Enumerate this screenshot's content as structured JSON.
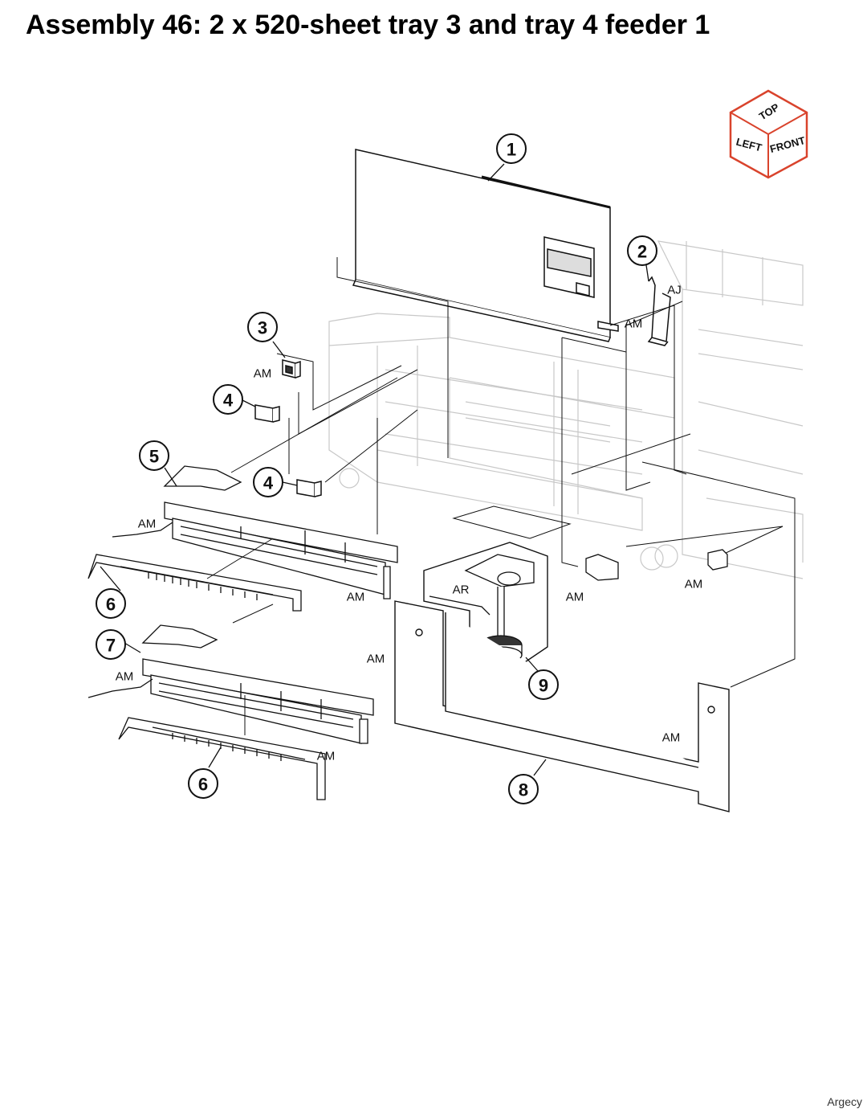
{
  "title": "Assembly 46: 2 x 520-sheet tray 3 and tray 4 feeder 1",
  "brand": "Argecy",
  "orientation_cube": {
    "top": "TOP",
    "left": "LEFT",
    "front": "FRONT",
    "edge_color": "#d9432c"
  },
  "callouts": [
    {
      "id": "c1",
      "number": "1"
    },
    {
      "id": "c2",
      "number": "2"
    },
    {
      "id": "c3",
      "number": "3"
    },
    {
      "id": "c4a",
      "number": "4"
    },
    {
      "id": "c4b",
      "number": "4"
    },
    {
      "id": "c5",
      "number": "5"
    },
    {
      "id": "c6a",
      "number": "6"
    },
    {
      "id": "c7",
      "number": "7"
    },
    {
      "id": "c6b",
      "number": "6"
    },
    {
      "id": "c9",
      "number": "9"
    },
    {
      "id": "c8",
      "number": "8"
    }
  ],
  "labels": [
    {
      "id": "aj",
      "text": "AJ"
    },
    {
      "id": "am1",
      "text": "AM"
    },
    {
      "id": "am2",
      "text": "AM"
    },
    {
      "id": "am3",
      "text": "AM"
    },
    {
      "id": "am4",
      "text": "AM"
    },
    {
      "id": "am5",
      "text": "AM"
    },
    {
      "id": "am6",
      "text": "AM"
    },
    {
      "id": "am7",
      "text": "AM"
    },
    {
      "id": "am8",
      "text": "AM"
    },
    {
      "id": "am9",
      "text": "AM"
    },
    {
      "id": "am10",
      "text": "AM"
    },
    {
      "id": "ar",
      "text": "AR"
    }
  ]
}
